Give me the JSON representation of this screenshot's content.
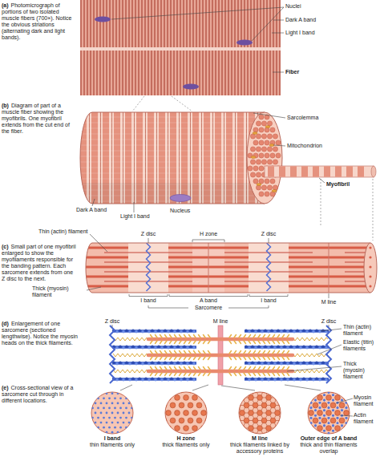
{
  "diagram": {
    "nodes": [
      {
        "text": [
          "I band",
          "thin filaments only"
        ]
      },
      {
        "text": [
          "H zone",
          "thick filaments only"
        ]
      },
      {
        "text": [
          "M line",
          "thick filaments linked by accessory proteins"
        ]
      },
      {
        "text": [
          "Outer edge of A band",
          "thick and thin filaments overlap"
        ]
      }
    ],
    "labels": [
      "(a)",
      "Photomicrograph of portions of two isolated muscle fibers (700×). Notice the obvious striations (alternating dark and light bands).",
      "Nuclei",
      "Dark A band",
      "Light I band",
      "Fiber",
      "(b)",
      "Diagram of part of a muscle fiber showing the myofibrils. One myofibril extends from the cut end of the fiber.",
      "Sarcolemma",
      "Mitochondrion",
      "Dark A band",
      "Light I band",
      "Nucleus",
      "Myofibril",
      "(c)",
      "Small part of one myofibril enlarged to show the myofilaments responsible for the banding pattern. Each sarcomere extends from one Z disc to the next.",
      "Thin (actin) filament",
      "Z disc",
      "H zone",
      "Z disc",
      "Thick (myosin) filament",
      "I band",
      "A band",
      "I band",
      "M line",
      "Sarcomere",
      "(d)",
      "Enlargement of one sarcomere (sectioned lengthwise). Notice the myosin heads on the thick filaments.",
      "Z disc",
      "M line",
      "Z disc",
      "Thin (actin) filament",
      "Elastic (titin) filaments",
      "Thick (myosin) filament",
      "(e)",
      "Cross-sectional view of a sarcomere cut through in different locations.",
      "Myosin filament",
      "Actin filament"
    ]
  }
}
